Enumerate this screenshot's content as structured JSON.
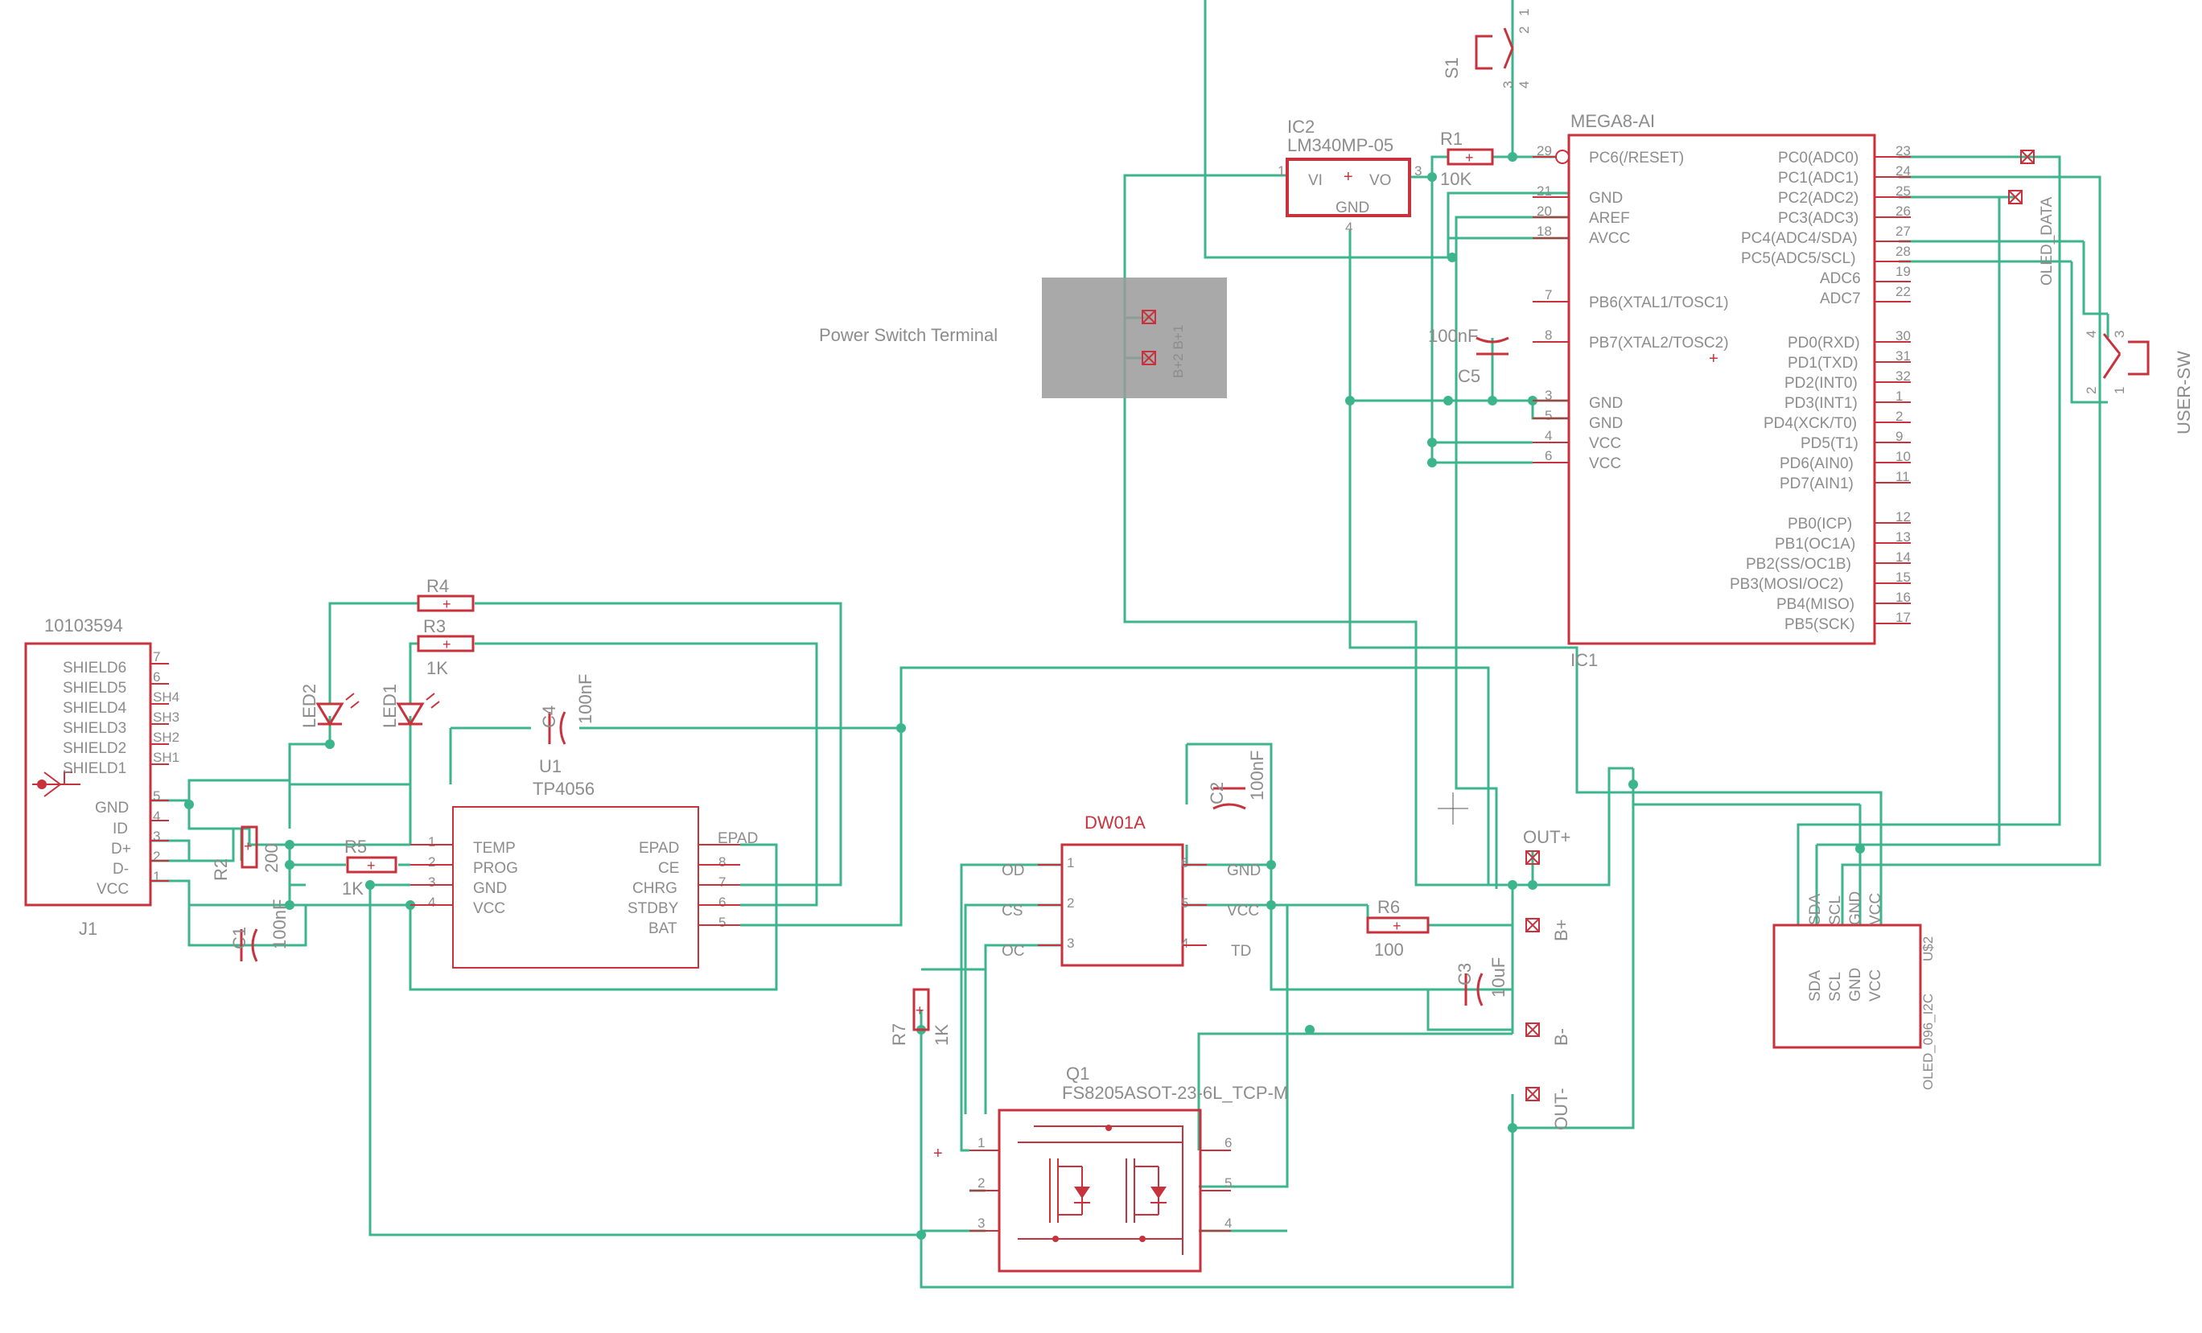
{
  "colors": {
    "net": "#3cb48c",
    "part": "#c8323c",
    "label": "#8c8c8c",
    "terminal_fill": "#9a9a9a",
    "background": "#ffffff"
  },
  "labels": {
    "power_switch_terminal": "Power Switch Terminal",
    "terminal_b_pins": "B+2 B+1",
    "j1_part": "10103594",
    "j1_name": "J1",
    "j1_pins": [
      "SHIELD6",
      "SHIELD5",
      "SHIELD4",
      "SHIELD3",
      "SHIELD2",
      "SHIELD1",
      "GND",
      "ID",
      "D+",
      "D-",
      "VCC"
    ],
    "j1_pin_nums": [
      "7",
      "6",
      "SH4",
      "SH3",
      "SH2",
      "SH1",
      "5",
      "4",
      "3",
      "2",
      "1"
    ],
    "r4": "R4",
    "r3": "R3",
    "r3_val": "1K",
    "led2": "LED2",
    "led1": "LED1",
    "c4": "C4",
    "c4_val": "100nF",
    "u1": "U1",
    "u1_part": "TP4056",
    "u1_left_pins": [
      "TEMP",
      "PROG",
      "GND",
      "VCC"
    ],
    "u1_left_nums": [
      "1",
      "2",
      "3",
      "4"
    ],
    "u1_right_pins": [
      "EPAD",
      "CE",
      "CHRG",
      "STDBY",
      "BAT"
    ],
    "u1_right_nums": [
      "8",
      "7",
      "6",
      "5"
    ],
    "epad": "EPAD",
    "r2": "R2",
    "r2_val": "200",
    "r5": "R5",
    "r5_val": "1K",
    "c1": "C1",
    "c1_val": "100nF",
    "ic2": "IC2",
    "ic2_part": "LM340MP-05",
    "ic2_vi": "VI",
    "ic2_vo": "VO",
    "ic2_gnd": "GND",
    "ic2_pin1": "1",
    "ic2_pin3": "3",
    "ic2_pin4": "4",
    "r1": "R1",
    "r1_val": "10K",
    "s1": "S1",
    "s1_pins": [
      "1",
      "2",
      "3",
      "4"
    ],
    "c5": "C5",
    "c5_val": "100nF",
    "mcu_part": "MEGA8-AI",
    "mcu_name": "IC1",
    "mcu_left_pins": [
      "PC6(/RESET)",
      "GND",
      "AREF",
      "AVCC",
      "PB6(XTAL1/TOSC1)",
      "PB7(XTAL2/TOSC2)",
      "GND",
      "GND",
      "VCC",
      "VCC"
    ],
    "mcu_left_nums": [
      "29",
      "21",
      "20",
      "18",
      "7",
      "8",
      "3",
      "5",
      "4",
      "6"
    ],
    "mcu_right_pins": [
      "PC0(ADC0)",
      "PC1(ADC1)",
      "PC2(ADC2)",
      "PC3(ADC3)",
      "PC4(ADC4/SDA)",
      "PC5(ADC5/SCL)",
      "ADC6",
      "ADC7",
      "PD0(RXD)",
      "PD1(TXD)",
      "PD2(INT0)",
      "PD3(INT1)",
      "PD4(XCK/T0)",
      "PD5(T1)",
      "PD6(AIN0)",
      "PD7(AIN1)",
      "PB0(ICP)",
      "PB1(OC1A)",
      "PB2(SS/OC1B)",
      "PB3(MOSI/OC2)",
      "PB4(MISO)",
      "PB5(SCK)"
    ],
    "mcu_right_nums": [
      "23",
      "24",
      "25",
      "26",
      "27",
      "28",
      "19",
      "22",
      "30",
      "31",
      "32",
      "1",
      "2",
      "9",
      "10",
      "11",
      "12",
      "13",
      "14",
      "15",
      "16",
      "17"
    ],
    "oled_data": "OLED_DATA",
    "user_sw": "USER-SW",
    "user_sw_pins": [
      "4",
      "3",
      "2",
      "1"
    ],
    "dw01a": "DW01A",
    "dw_left_pins": [
      "OD",
      "CS",
      "OC"
    ],
    "dw_left_nums": [
      "1",
      "2",
      "3"
    ],
    "dw_right_pins": [
      "GND",
      "VCC",
      "TD"
    ],
    "dw_right_nums": [
      "6",
      "5",
      "4"
    ],
    "c2": "C2",
    "c2_val": "100nF",
    "out_plus": "OUT+",
    "out_minus": "OUT-",
    "b_plus": "B+",
    "b_minus": "B-",
    "r6": "R6",
    "r6_val": "100",
    "c3": "C3",
    "c3_val": "10uF",
    "r7": "R7",
    "r7_val": "1K",
    "q1": "Q1",
    "q1_part": "FS8205ASOT-23-6L_TCP-M",
    "q1_left_nums": [
      "1",
      "2",
      "3"
    ],
    "q1_right_nums": [
      "6",
      "5",
      "4"
    ],
    "oled_pins": [
      "SDA",
      "SCL",
      "GND",
      "VCC"
    ],
    "oled_name": "U$2",
    "oled_part": "OLED_096_I2C"
  }
}
